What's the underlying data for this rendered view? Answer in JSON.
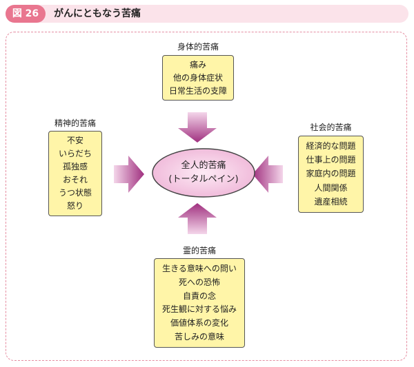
{
  "header": {
    "figure_label": "図 26",
    "title": "がんにともなう苦痛"
  },
  "center": {
    "line1": "全人的苦痛",
    "line2": "(トータルペイン)"
  },
  "groups": {
    "physical": {
      "title": "身体的苦痛",
      "items": [
        "痛み",
        "他の身体症状",
        "日常生活の支障"
      ]
    },
    "mental": {
      "title": "精神的苦痛",
      "items": [
        "不安",
        "いらだち",
        "孤独感",
        "おそれ",
        "うつ状態",
        "怒り"
      ]
    },
    "social": {
      "title": "社会的苦痛",
      "items": [
        "経済的な問題",
        "仕事上の問題",
        "家庭内の問題",
        "人間関係",
        "遺産相続"
      ]
    },
    "spiritual": {
      "title": "霊的苦痛",
      "items": [
        "生きる意味への問い",
        "死への恐怖",
        "自責の念",
        "死生観に対する悩み",
        "価値体系の変化",
        "苦しみの意味"
      ]
    }
  },
  "colors": {
    "badge": "#e9768f",
    "header_bg": "#fbe3ea",
    "box_fill": "#fff5a8",
    "arrow": "#a0307f",
    "center_fill": "#f7cfe6"
  }
}
